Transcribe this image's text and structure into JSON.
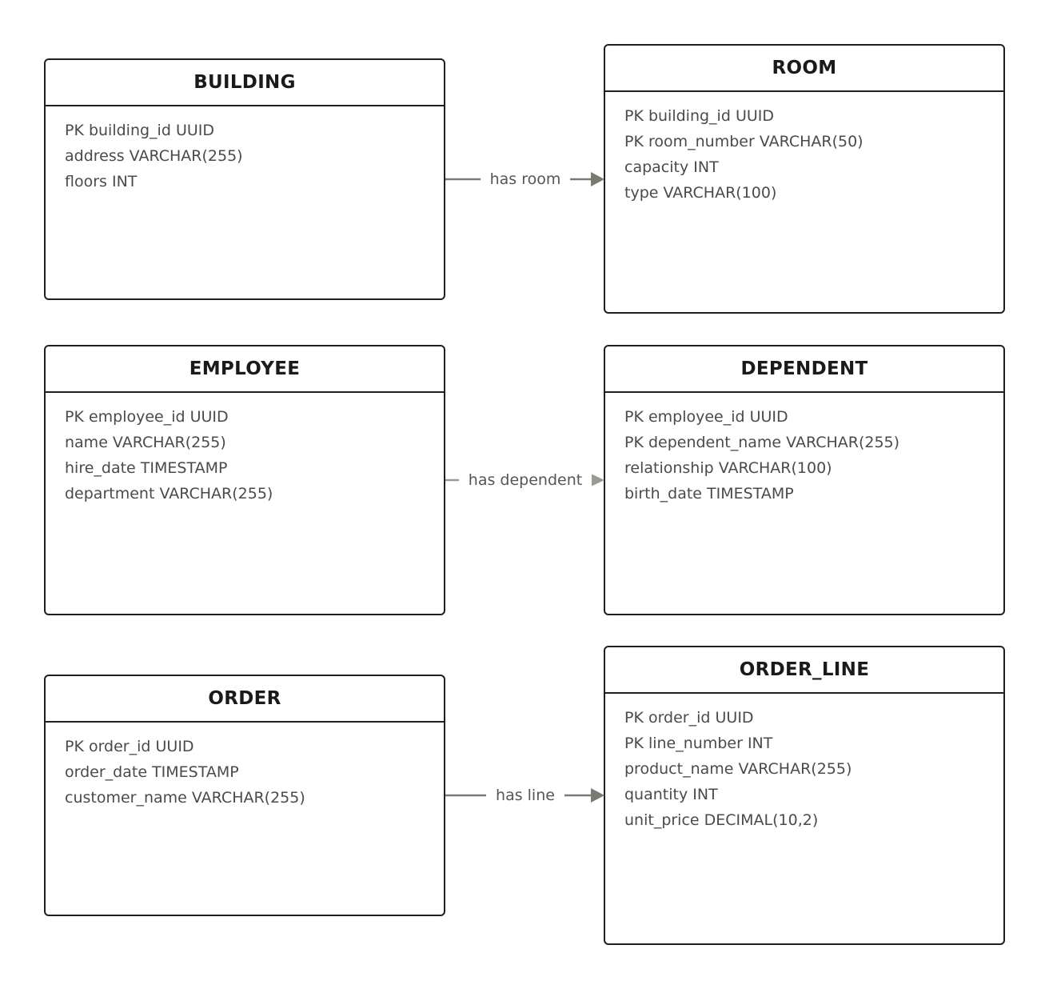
{
  "entities": {
    "building": {
      "title": "BUILDING",
      "attributes": [
        "PK building_id UUID",
        "address VARCHAR(255)",
        "floors INT"
      ]
    },
    "room": {
      "title": "ROOM",
      "attributes": [
        "PK building_id UUID",
        "PK room_number VARCHAR(50)",
        "capacity INT",
        "type VARCHAR(100)"
      ]
    },
    "employee": {
      "title": "EMPLOYEE",
      "attributes": [
        "PK employee_id UUID",
        "name VARCHAR(255)",
        "hire_date TIMESTAMP",
        "department VARCHAR(255)"
      ]
    },
    "dependent": {
      "title": "DEPENDENT",
      "attributes": [
        "PK employee_id UUID",
        "PK dependent_name VARCHAR(255)",
        "relationship VARCHAR(100)",
        "birth_date TIMESTAMP"
      ]
    },
    "order": {
      "title": "ORDER",
      "attributes": [
        "PK order_id UUID",
        "order_date TIMESTAMP",
        "customer_name VARCHAR(255)"
      ]
    },
    "order_line": {
      "title": "ORDER_LINE",
      "attributes": [
        "PK order_id UUID",
        "PK line_number INT",
        "product_name VARCHAR(255)",
        "quantity INT",
        "unit_price DECIMAL(10,2)"
      ]
    }
  },
  "relationships": {
    "has_room": {
      "label": "has room",
      "from": "BUILDING",
      "to": "ROOM"
    },
    "has_dependent": {
      "label": "has dependent",
      "from": "EMPLOYEE",
      "to": "DEPENDENT"
    },
    "has_line": {
      "label": "has line",
      "from": "ORDER",
      "to": "ORDER_LINE"
    }
  },
  "colors": {
    "border": "#1f1f1f",
    "title_text": "#1a1a1a",
    "attribute_text": "#4a4a4a",
    "connector": "#7a7a72"
  }
}
